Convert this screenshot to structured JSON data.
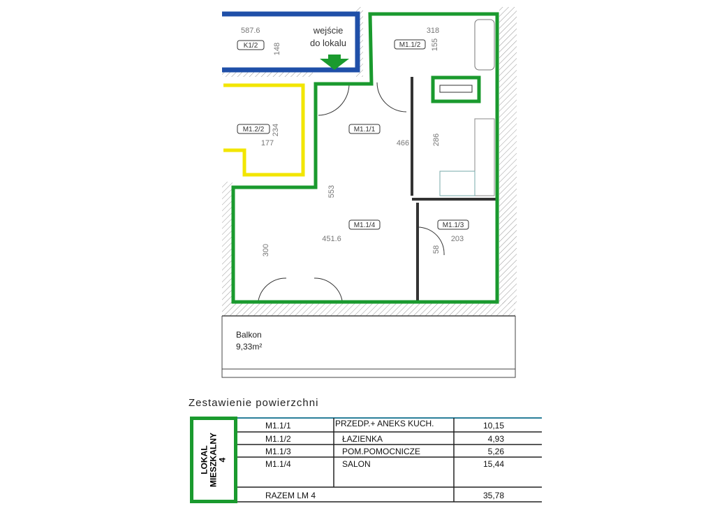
{
  "plan": {
    "corridor": {
      "tag": "K1/2",
      "dim_width": "587.6",
      "dim_height": "148"
    },
    "entrance": {
      "line1": "wejście",
      "line2": "do lokalu"
    },
    "bathroom": {
      "tag": "M1.1/2",
      "dim_width": "318",
      "dim_height": "155"
    },
    "neighbor": {
      "tag": "M1.2/2",
      "dim_width": "177",
      "dim_height": "234"
    },
    "hall": {
      "tag": "M1.1/1",
      "dim_width": "466",
      "dim_height": "286"
    },
    "living": {
      "tag": "M1.1/4",
      "dim_width": "451.6",
      "dim_height": "300",
      "dim_depth": "553"
    },
    "utility": {
      "tag": "M1.1/3",
      "dim_width": "203",
      "dim_door": "58"
    },
    "balcony": {
      "label": "Balkon",
      "area": "9,33m²"
    },
    "colors": {
      "unit": "#1a9a2e",
      "corridor": "#1f4fa8",
      "neighbor": "#f2e600"
    }
  },
  "summary": {
    "title": "Zestawienie powierzchni",
    "unit_label": [
      "LOKAL",
      "MIESZKALNY",
      "4"
    ],
    "rows": [
      {
        "id": "M1.1/1",
        "name": "PRZEDP.+ ANEKS KUCH.",
        "area": "10,15"
      },
      {
        "id": "M1.1/2",
        "name": "ŁAZIENKA",
        "area": "4,93"
      },
      {
        "id": "M1.1/3",
        "name": "POM.POMOCNICZE",
        "area": "5,26"
      },
      {
        "id": "M1.1/4",
        "name": "SALON",
        "area": "15,44"
      }
    ],
    "total_label": "RAZEM LM 4",
    "total_area": "35,78"
  }
}
